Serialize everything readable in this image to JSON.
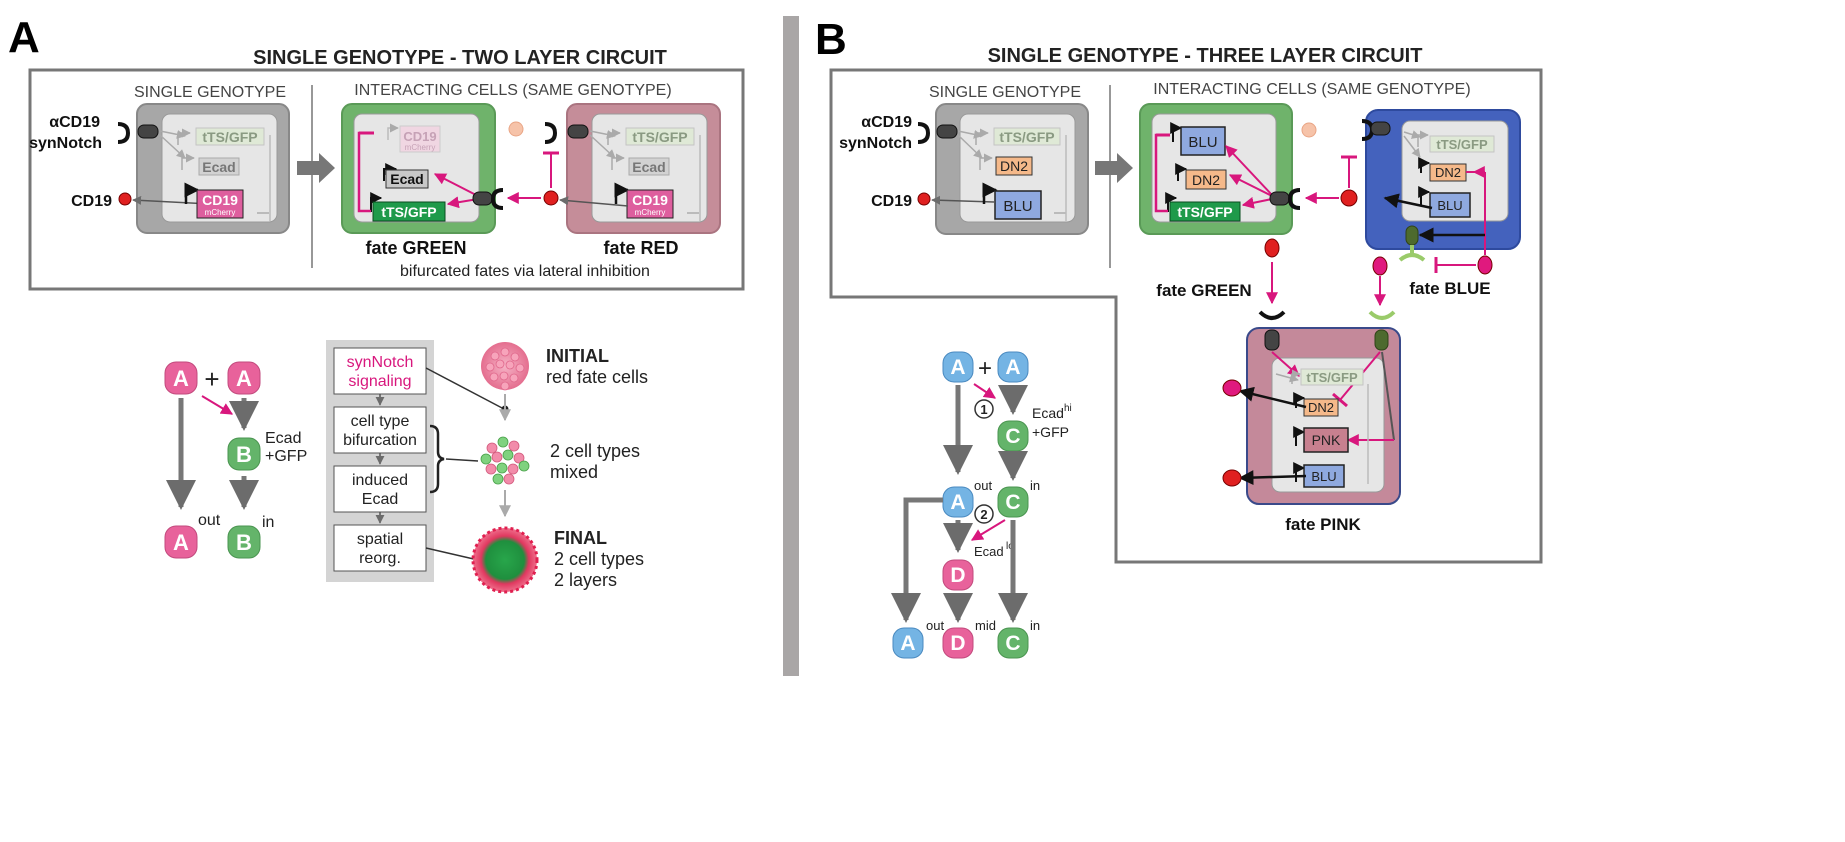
{
  "panelA": {
    "letter": "A",
    "title": "SINGLE GENOTYPE - TWO LAYER CIRCUIT",
    "single_label": "SINGLE GENOTYPE",
    "interacting_label": "INTERACTING CELLS (SAME GENOTYPE)",
    "receptor_label_1": "αCD19",
    "receptor_label_2": "synNotch",
    "ligand_label": "CD19",
    "genes": {
      "ttsgfp": "tTS/GFP",
      "ecad": "Ecad",
      "cd19": "CD19",
      "mcherry": "mCherry"
    },
    "fate_green": "fate GREEN",
    "fate_red": "fate RED",
    "caption": "bifurcated fates via lateral inhibition",
    "lineage": {
      "a": "A",
      "b": "B",
      "plus": "+",
      "ecad": "Ecad",
      "gfp": "+GFP",
      "out": "out",
      "in": "in"
    },
    "flow": {
      "step1a": "synNotch",
      "step1b": "signaling",
      "step2a": "cell type",
      "step2b": "bifurcation",
      "step3a": "induced",
      "step3b": "Ecad",
      "step4a": "spatial",
      "step4b": "reorg."
    },
    "stages": {
      "initial_title": "INITIAL",
      "initial_sub": "red fate cells",
      "mixed_1": "2 cell types",
      "mixed_2": "mixed",
      "final_title": "FINAL",
      "final_1": "2 cell types",
      "final_2": "2 layers"
    }
  },
  "panelB": {
    "letter": "B",
    "title": "SINGLE GENOTYPE - THREE LAYER CIRCUIT",
    "single_label": "SINGLE GENOTYPE",
    "interacting_label": "INTERACTING CELLS (SAME GENOTYPE)",
    "receptor_label_1": "αCD19",
    "receptor_label_2": "synNotch",
    "ligand_label": "CD19",
    "genes": {
      "ttsgfp": "tTS/GFP",
      "dn2": "DN2",
      "blu": "BLU",
      "pnk": "PNK"
    },
    "fate_green": "fate GREEN",
    "fate_blue": "fate BLUE",
    "fate_pink": "fate PINK",
    "lineage": {
      "a": "A",
      "c": "C",
      "d": "D",
      "plus": "+",
      "step1": "1",
      "step2": "2",
      "ecad": "Ecad",
      "hi": "hi",
      "lo": "lo",
      "gfp": "+GFP",
      "out": "out",
      "in": "in",
      "mid": "mid"
    }
  },
  "colors": {
    "green_cell": "#6fb36b",
    "red_cell": "#c58d99",
    "blue_cell": "#4462bd",
    "pink_cell": "#c4899a",
    "gray_cell": "#a7a7a7",
    "magenta": "#d8177d",
    "node_a": "#e8629b",
    "node_green": "#64b46a",
    "node_blue": "#74b4e4",
    "blu_box": "#8fa9df",
    "dn2_box": "#f5b98a",
    "cd19_box": "#de5e9e"
  }
}
